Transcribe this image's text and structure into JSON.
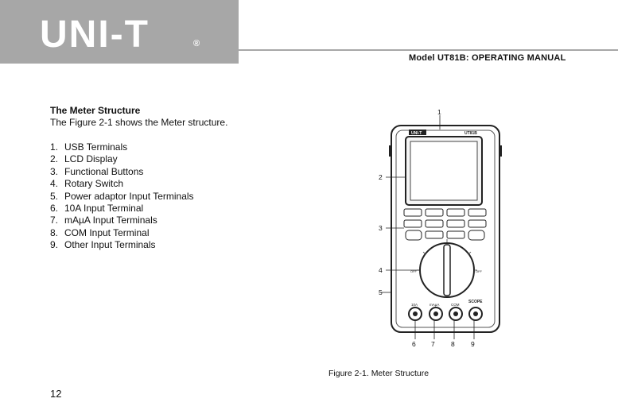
{
  "header": {
    "brand": "UNI-T",
    "registered_mark": "®",
    "model_title": "Model UT81B: OPERATING MANUAL"
  },
  "section": {
    "title": "The Meter Structure",
    "intro": "The Figure 2-1 shows the Meter structure."
  },
  "items": [
    {
      "num": "1.",
      "label": "USB Terminals"
    },
    {
      "num": "2.",
      "label": "LCD Display"
    },
    {
      "num": "3.",
      "label": "Functional Buttons"
    },
    {
      "num": "4.",
      "label": "Rotary Switch"
    },
    {
      "num": "5.",
      "label": "Power adaptor Input Terminals"
    },
    {
      "num": "6.",
      "label": "10A Input Terminal"
    },
    {
      "num": "7.",
      "label": "mAµA Input Terminals"
    },
    {
      "num": "8.",
      "label": "COM Input Terminal"
    },
    {
      "num": "9.",
      "label": "Other Input Terminals"
    }
  ],
  "figure": {
    "device_brand": "UNI-T",
    "device_model": "UT81B",
    "callouts": [
      "1",
      "2",
      "3",
      "4",
      "5",
      "6",
      "7",
      "8",
      "9"
    ],
    "terminal_labels": [
      "10A",
      "mAµA",
      "COM",
      "SCOPE"
    ],
    "switch_labels": [
      "OFF",
      "OFF"
    ],
    "caption": "Figure 2-1. Meter Structure"
  },
  "page_number": "12"
}
